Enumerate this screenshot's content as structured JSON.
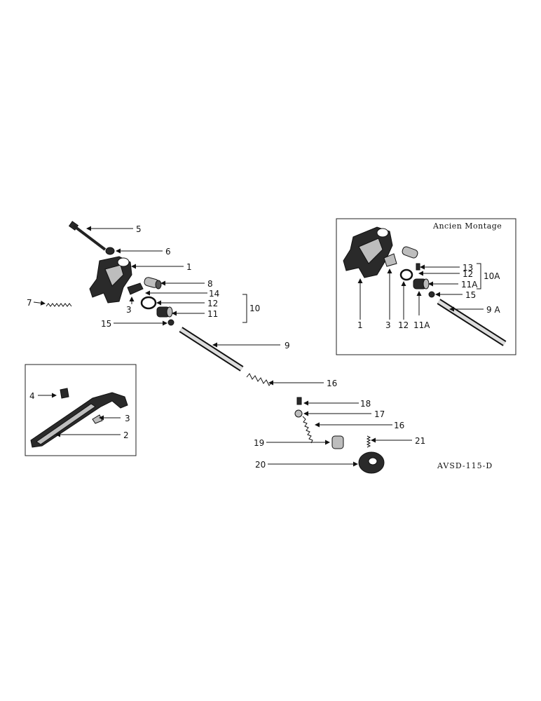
{
  "inset_title": "Ancien Montage",
  "drawing_code": "AVSD-115-D",
  "labels": {
    "l1": "1",
    "l2": "2",
    "l3": "3",
    "l3b": "3",
    "l4": "4",
    "l5": "5",
    "l6": "6",
    "l7": "7",
    "l8": "8",
    "l9": "9",
    "l10": "10",
    "l11": "11",
    "l12": "12",
    "l14": "14",
    "l15": "15",
    "l16": "16",
    "l16b": "16",
    "l17": "17",
    "l18": "18",
    "l19": "19",
    "l20": "20",
    "l21": "21",
    "i1": "1",
    "i3": "3",
    "i12a": "12",
    "i11a": "11A",
    "i13": "13",
    "i12b": "12",
    "i10a": "10A",
    "i11b": "11A",
    "i15": "15",
    "i9a": "9 A"
  }
}
